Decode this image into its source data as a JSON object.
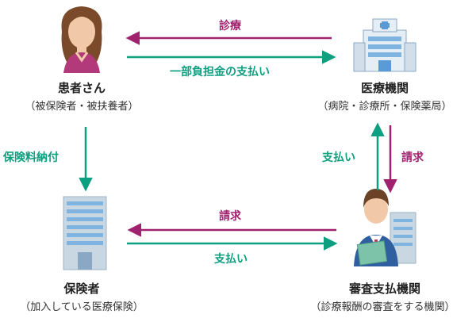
{
  "patient": {
    "title": "患者さん",
    "subtitle": "（被保険者・被扶養者）"
  },
  "hospital": {
    "title": "医療機関",
    "subtitle": "（病院・診療所・保険薬局）"
  },
  "insurer": {
    "title": "保険者",
    "subtitle": "（加入している医療保険）"
  },
  "review": {
    "title": "審査支払機関",
    "subtitle": "（診療報酬の審査をする機関）"
  },
  "arrows": {
    "shinryo": "診療",
    "copay": "一部負担金の支払い",
    "premium": "保険料納付",
    "pay_to_hospital": "支払い",
    "claim_from_hospital": "請求",
    "claim_to_insurer": "請求",
    "pay_from_insurer": "支払い"
  },
  "colors": {
    "magenta": "#a0226e",
    "green": "#0c9f80"
  }
}
